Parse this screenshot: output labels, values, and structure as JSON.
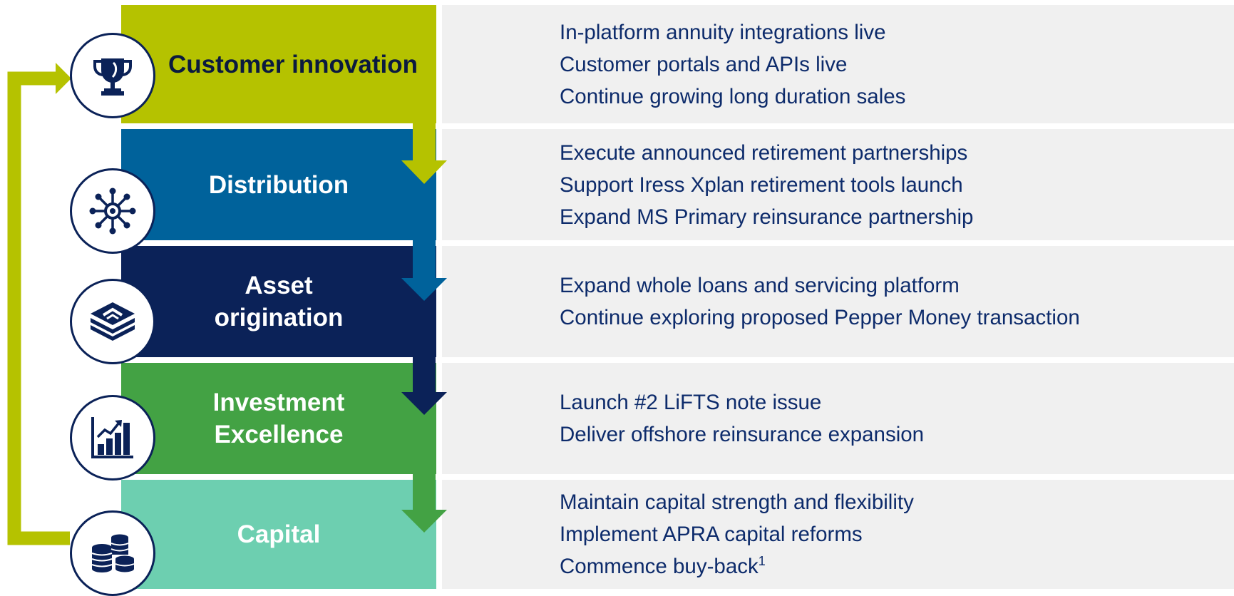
{
  "stages": [
    {
      "label": "Customer innovation",
      "color": "#b5c200",
      "label_color": "#0b1a3f",
      "icon": "trophy-icon",
      "items": [
        {
          "text": "In-platform annuity integrations live"
        },
        {
          "text": "Customer portals and APIs live"
        },
        {
          "text": "Continue growing long duration sales"
        }
      ]
    },
    {
      "label": "Distribution",
      "color": "#00629b",
      "label_color": "#ffffff",
      "icon": "network-hub-icon",
      "items": [
        {
          "text": "Execute announced retirement partnerships"
        },
        {
          "text": "Support Iress Xplan retirement tools launch"
        },
        {
          "text": "Expand MS Primary reinsurance partnership"
        }
      ]
    },
    {
      "label": "Asset\norigination",
      "color": "#0b2258",
      "label_color": "#ffffff",
      "icon": "layers-icon",
      "items": [
        {
          "text": "Expand whole loans and servicing platform"
        },
        {
          "text": "Continue exploring proposed Pepper Money transaction"
        }
      ]
    },
    {
      "label": "Investment\nExcellence",
      "color": "#43a244",
      "label_color": "#ffffff",
      "icon": "bar-chart-growth-icon",
      "items": [
        {
          "text": "Launch #2 LiFTS note issue"
        },
        {
          "text": "Deliver offshore reinsurance expansion"
        }
      ]
    },
    {
      "label": "Capital",
      "color": "#6dcfb0",
      "label_color": "#ffffff",
      "icon": "coin-stacks-icon",
      "items": [
        {
          "text": "Maintain capital strength and flexibility"
        },
        {
          "text": "Implement APRA capital reforms"
        },
        {
          "text": "Commence buy-back",
          "sup": "1"
        }
      ]
    }
  ],
  "colors": {
    "feedback_loop": "#b5c200",
    "panel_bg": "#f0f0f0",
    "item_text": "#0d2b6b",
    "icon_navy": "#0b2258"
  }
}
